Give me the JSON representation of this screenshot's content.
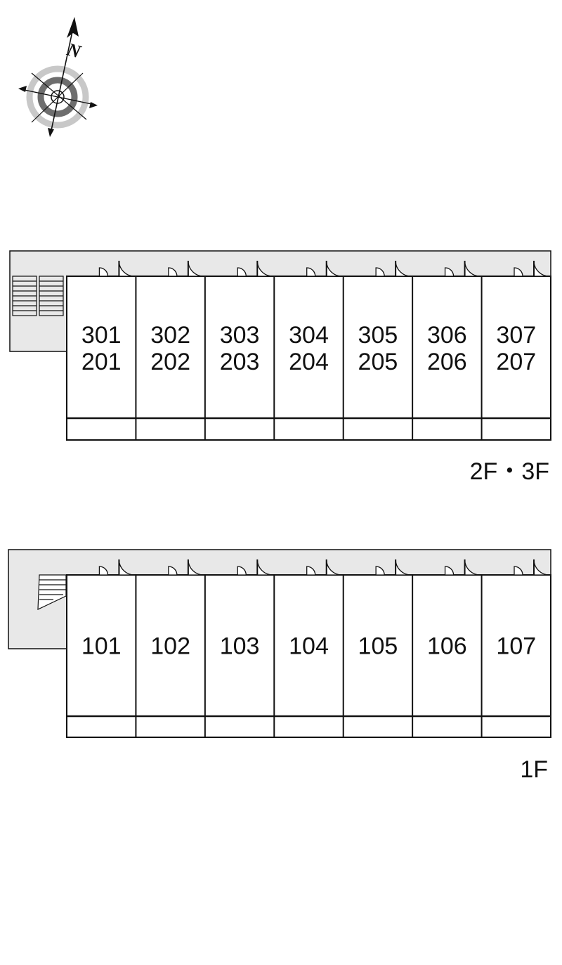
{
  "compass": {
    "label": "N"
  },
  "upper_floors": {
    "label": "2F・3F",
    "units": [
      {
        "top": "301",
        "bottom": "201"
      },
      {
        "top": "302",
        "bottom": "202"
      },
      {
        "top": "303",
        "bottom": "203"
      },
      {
        "top": "304",
        "bottom": "204"
      },
      {
        "top": "305",
        "bottom": "205"
      },
      {
        "top": "306",
        "bottom": "206"
      },
      {
        "top": "307",
        "bottom": "207"
      }
    ]
  },
  "ground_floor": {
    "label": "1F",
    "units": [
      "101",
      "102",
      "103",
      "104",
      "105",
      "106",
      "107"
    ]
  },
  "colors": {
    "corridor": "#e8e8e8",
    "line": "#111111",
    "compass_ring_outer": "#c8c8c8",
    "compass_ring_inner": "#6e6e6e"
  }
}
